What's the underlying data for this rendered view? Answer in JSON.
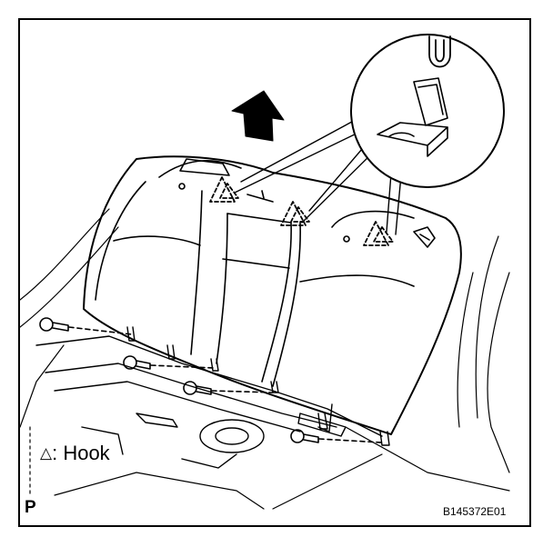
{
  "legend": {
    "symbol": "△",
    "colon": ":",
    "label": "Hook"
  },
  "corner_mark": "P",
  "figure_id": "B145372E01",
  "callout_icon": "u-clip-icon",
  "arrow_icon": "up-arrow-icon",
  "colors": {
    "line": "#000000",
    "background": "#ffffff"
  }
}
